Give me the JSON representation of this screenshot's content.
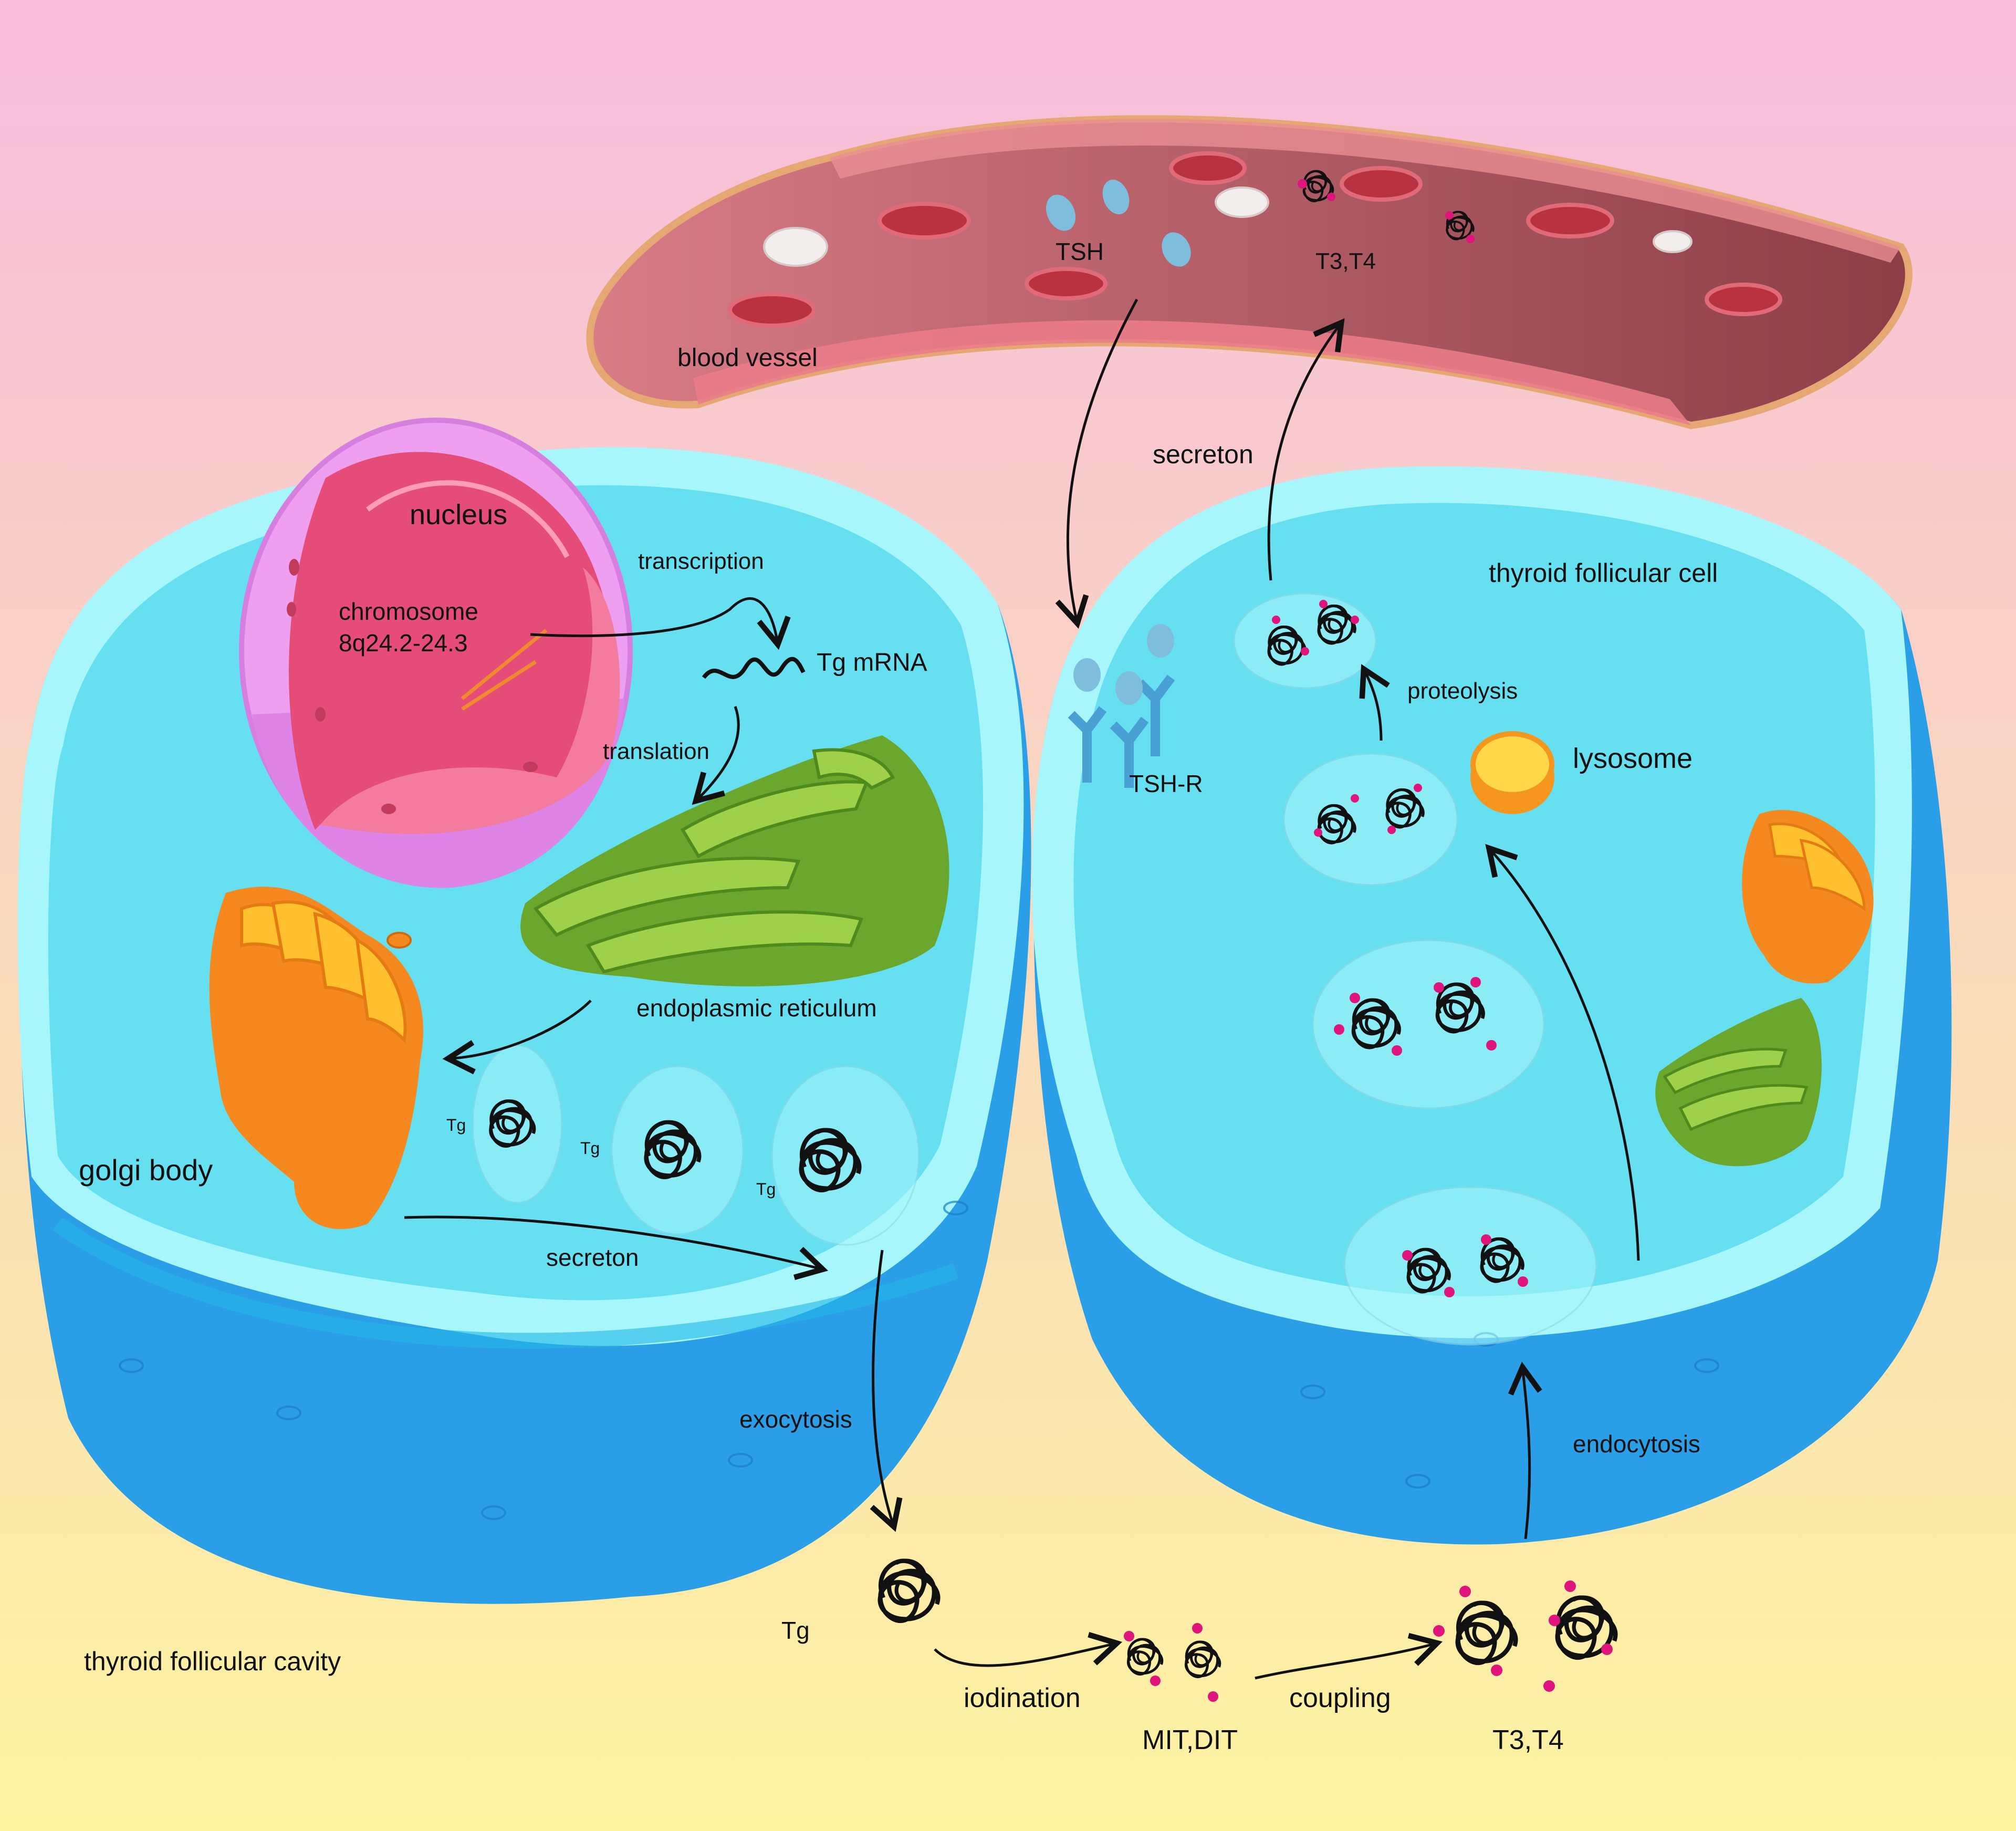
{
  "labels": {
    "blood_vessel": "blood vessel",
    "tsh": "TSH",
    "t3t4_blood": "T3,T4",
    "secretion_top": "secreton",
    "nucleus": "nucleus",
    "chromosome": "chromosome",
    "chromosome_locus": "8q24.2-24.3",
    "transcription": "transcription",
    "tg_mrna": "Tg mRNA",
    "translation": "translation",
    "golgi_body": "golgi body",
    "endoplasmic_reticulum": "endoplasmic reticulum",
    "tg": "Tg",
    "secretion_left": "secreton",
    "tsh_r": "TSH-R",
    "thyroid_follicular_cell": "thyroid follicular cell",
    "proteolysis": "proteolysis",
    "lysosome": "lysosome",
    "exocytosis": "exocytosis",
    "endocytosis": "endocytosis",
    "thyroid_follicular_cavity": "thyroid follicular cavity",
    "tg_cavity": "Tg",
    "iodination": "iodination",
    "mit_dit": "MIT,DIT",
    "coupling": "coupling",
    "t3t4_cavity": "T3,T4"
  },
  "colors": {
    "background_top": "#f8bcdd",
    "background_bottom": "#fdf3a0",
    "cell_outer": "#2b9ee8",
    "cell_cytoplasm": "#66dff0",
    "cell_membrane": "#a6f6fb",
    "vessel_wall": "#cf6470",
    "nucleus": "#e54d78",
    "nuclear_envelope": "#ee9ff0",
    "golgi": "#f5891f",
    "er": "#7bbd3a",
    "lysosome": "#f5961e",
    "iodine_dot": "#e0147c",
    "tsh": "#7fbddd"
  }
}
